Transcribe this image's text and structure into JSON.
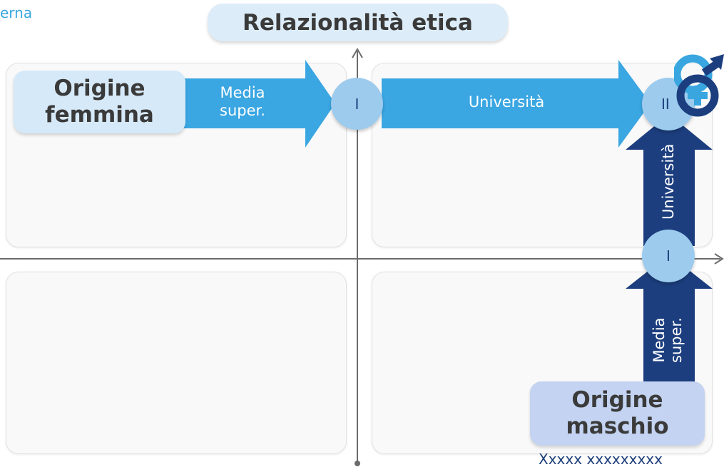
{
  "title": "Relazionalità etica",
  "partial_top_left": "erna",
  "partial_bottom_right": "Xxxxx xxxxxxxxx",
  "origin_female": {
    "line1": "Origine",
    "line2": "femmina"
  },
  "origin_male": {
    "line1": "Origine",
    "line2": "maschio"
  },
  "arrows": {
    "female_stage1": "Media super.",
    "female_stage1_line1": "Media",
    "female_stage1_line2": "super.",
    "female_stage2": "Università",
    "male_stage1_line1": "Media",
    "male_stage1_line2": "super.",
    "male_stage2": "Università"
  },
  "milestones": {
    "female_I": "I",
    "female_II": "II",
    "male_I": "I"
  },
  "colors": {
    "female_arrow": "#3aa6e2",
    "male_arrow": "#1c3e7e",
    "milestone": "#9ccbee",
    "title_bg": "#dcecf8",
    "gender_icon_ring": "#39a6e0",
    "gender_icon_body": "#1c3e7e"
  },
  "icons": {
    "axis_up": "arrow-up-icon",
    "axis_right": "arrow-right-icon",
    "gender": "male-female-icon"
  }
}
